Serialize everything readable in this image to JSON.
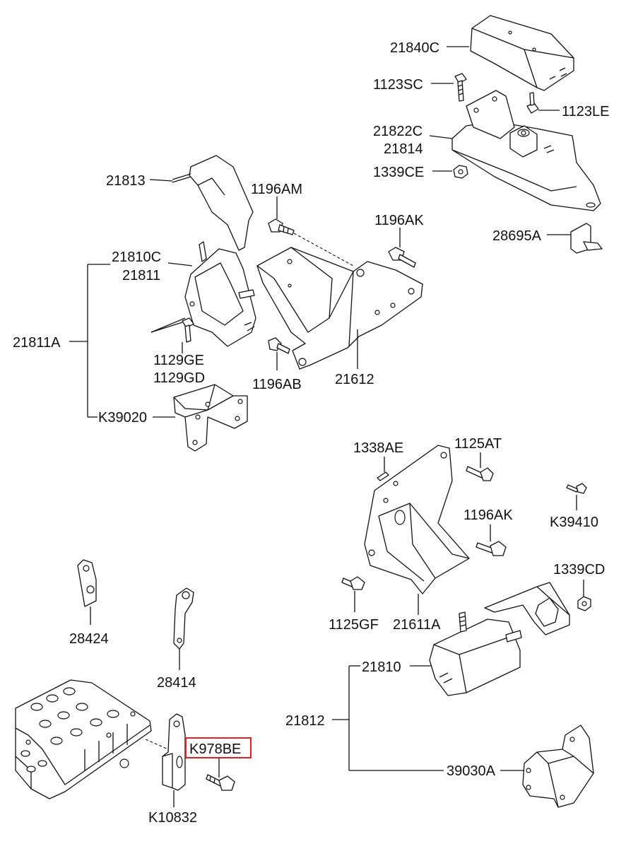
{
  "labels": {
    "p21840C": "21840C",
    "p1123SC": "1123SC",
    "p1123LE": "1123LE",
    "p21822C": "21822C",
    "p21814": "21814",
    "p1339CE": "1339CE",
    "p28695A": "28695A",
    "p21813": "21813",
    "p1196AM": "1196AM",
    "p1196AK_top": "1196AK",
    "p21810C": "21810C",
    "p21811": "21811",
    "p21811A": "21811A",
    "p1129GE": "1129GE",
    "p1129GD": "1129GD",
    "p1196AB": "1196AB",
    "p21612": "21612",
    "pK39020": "K39020",
    "p1338AE": "1338AE",
    "p1125AT": "1125AT",
    "p1196AK_mid": "1196AK",
    "pK39410": "K39410",
    "p1339CD": "1339CD",
    "p1125GF": "1125GF",
    "p21611A": "21611A",
    "p28424": "28424",
    "p28414": "28414",
    "p21810": "21810",
    "p21812": "21812",
    "pK978BE": "K978BE",
    "p39030A": "39030A",
    "pK10832": "K10832"
  },
  "highlight": {
    "part": "K978BE",
    "color": "#e02020"
  },
  "colors": {
    "ink": "#111111",
    "background": "#ffffff"
  }
}
